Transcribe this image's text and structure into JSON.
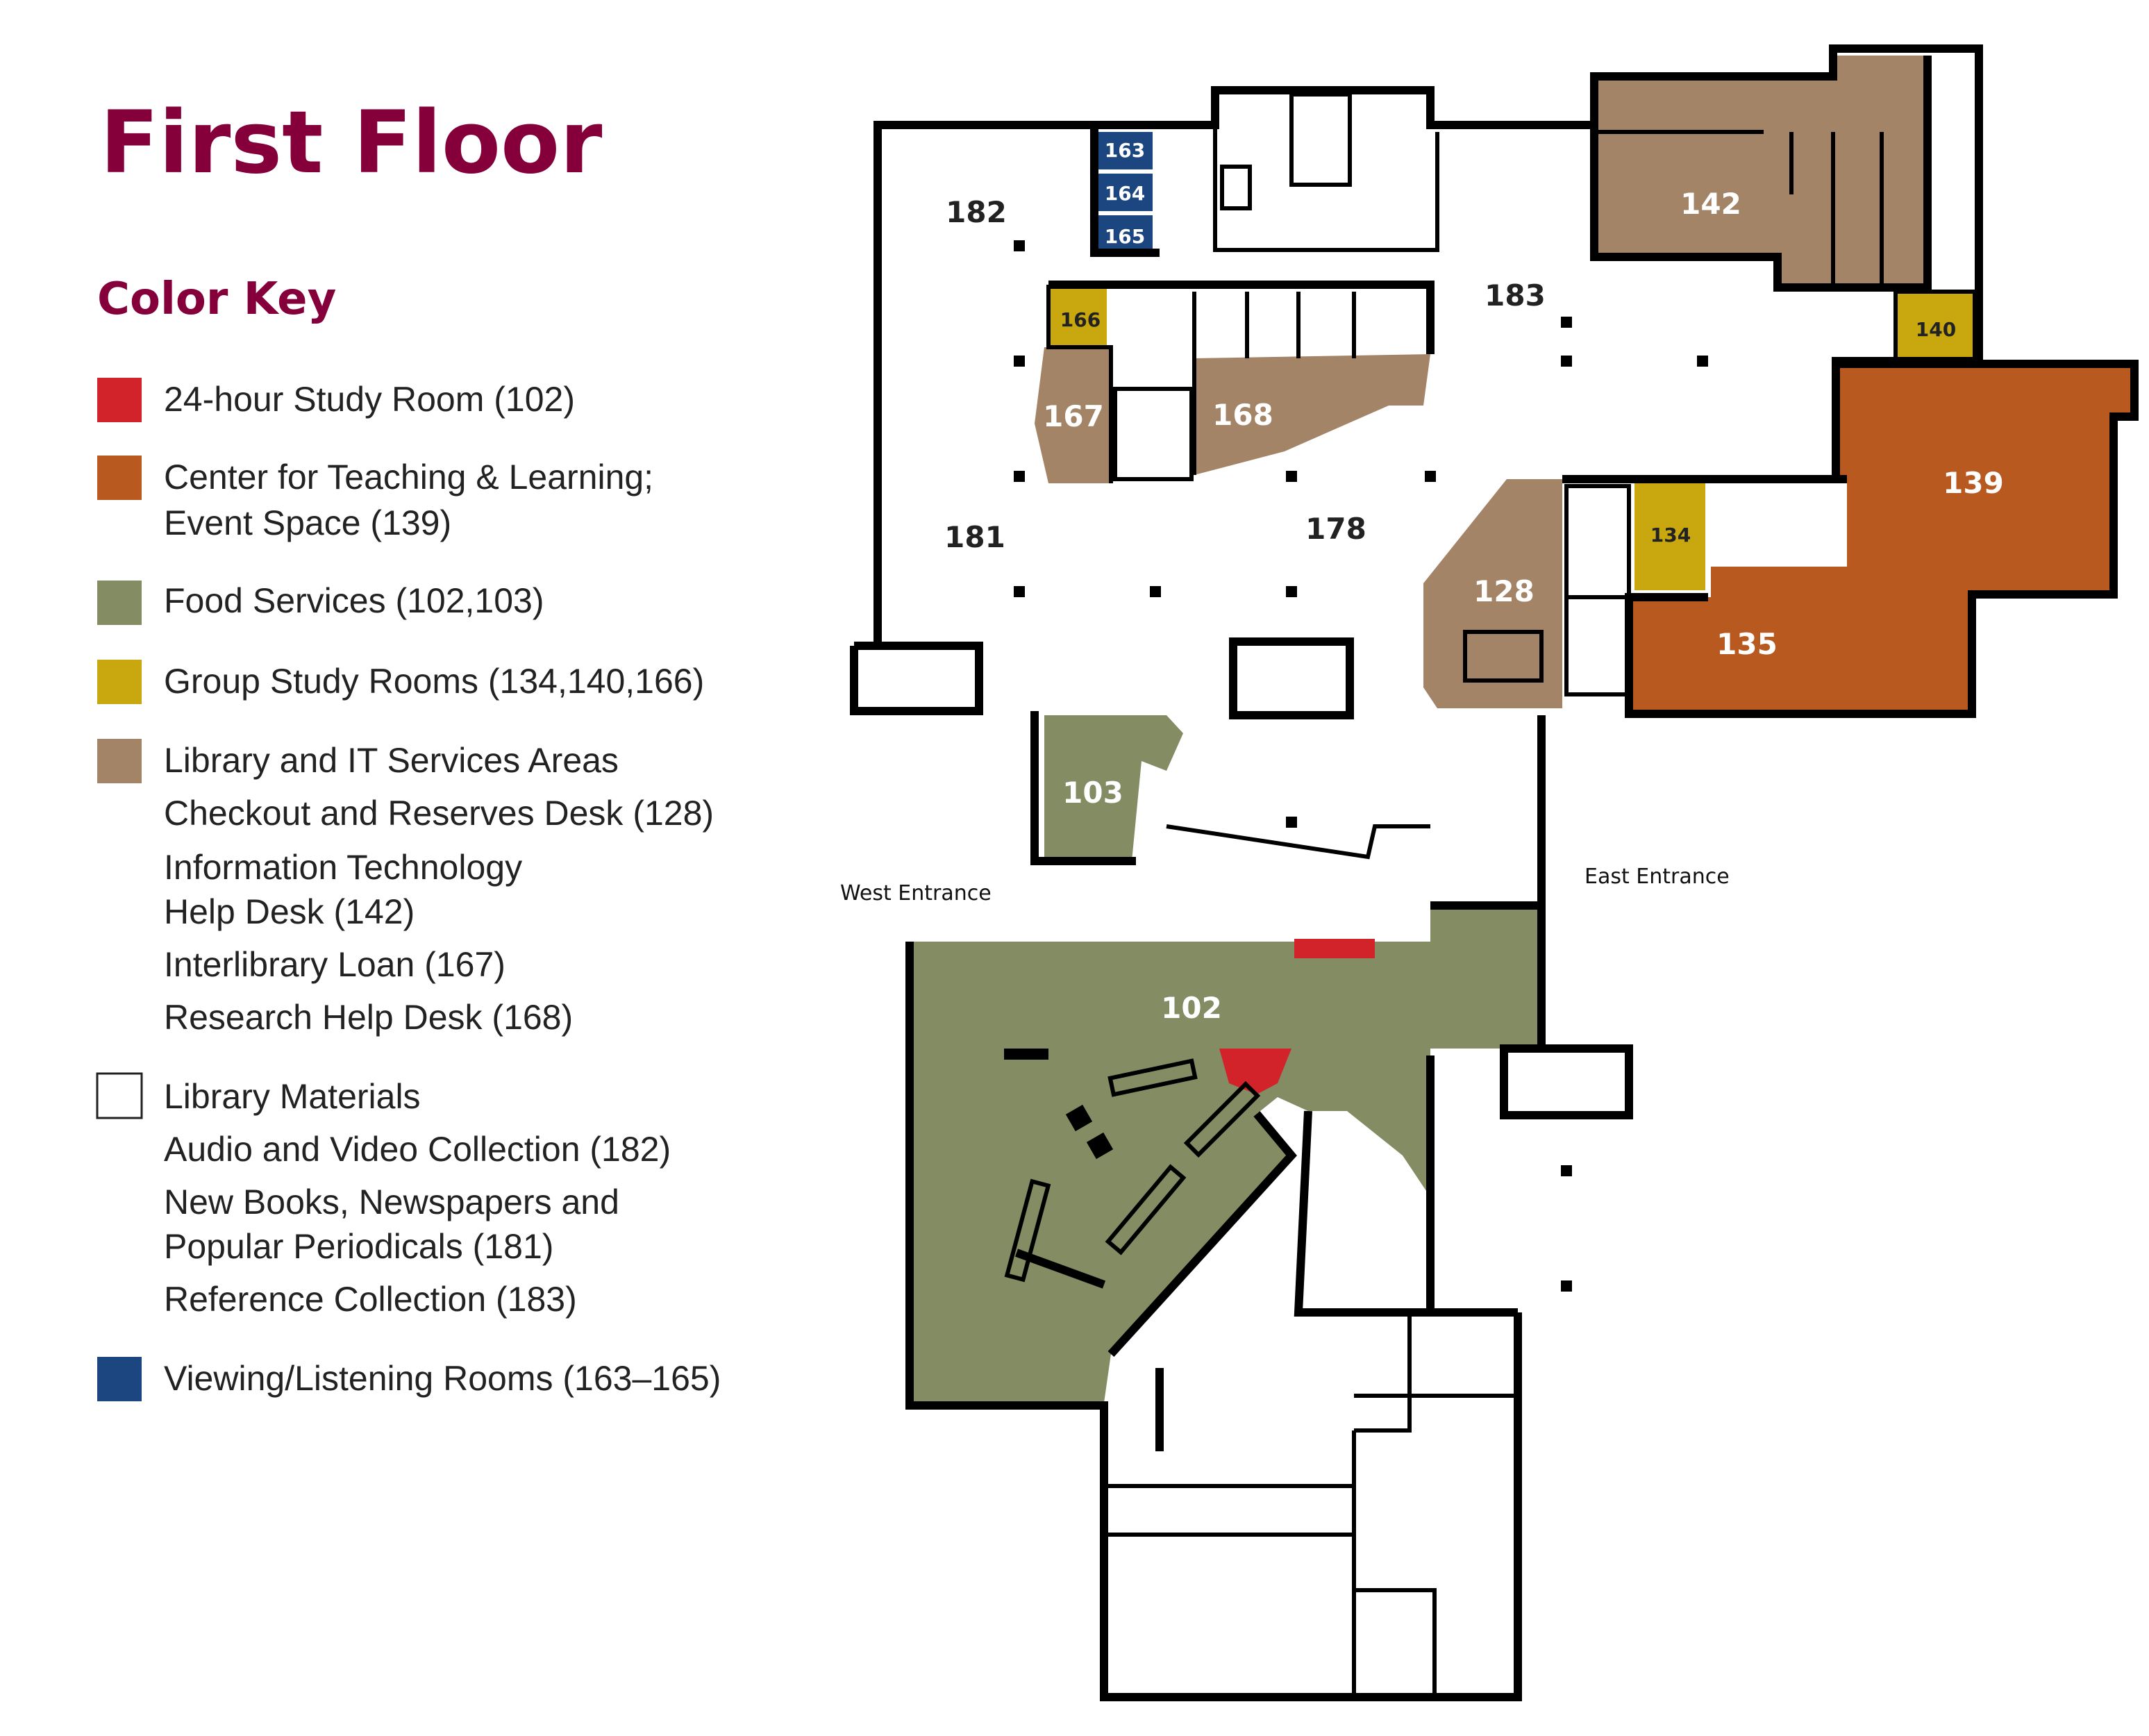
{
  "title": "First Floor",
  "legend": {
    "heading": "Color Key",
    "items": [
      {
        "color": "#d2232a",
        "lines": [
          "24-hour Study Room (102)"
        ]
      },
      {
        "color": "#b85a20",
        "lines": [
          "Center for Teaching & Learning;",
          "Event Space (139)"
        ]
      },
      {
        "color": "#848c64",
        "lines": [
          "Food Services (102,103)"
        ]
      },
      {
        "color": "#c9a80f",
        "lines": [
          "Group Study Rooms (134,140,166)"
        ]
      },
      {
        "color": "#a38467",
        "lines": [
          "Library and IT Services Areas",
          "Checkout and Reserves Desk (128)",
          "Information Technology",
          "Help Desk (142)",
          "Interlibrary Loan (167)",
          "Research Help Desk (168)"
        ]
      },
      {
        "color": "#ffffff",
        "lines": [
          "Library Materials",
          "Audio and Video Collection (182)",
          "New Books, Newspapers and",
          "Popular Periodicals (181)",
          "Reference Collection (183)"
        ]
      },
      {
        "color": "#1c4680",
        "lines": [
          "Viewing/Listening Rooms (163–165)"
        ]
      }
    ]
  },
  "rooms": {
    "r182": "182",
    "r181": "181",
    "r178": "178",
    "r183": "183",
    "r163": "163",
    "r164": "164",
    "r165": "165",
    "r166": "166",
    "r167": "167",
    "r168": "168",
    "r142": "142",
    "r140": "140",
    "r139": "139",
    "r134": "134",
    "r135": "135",
    "r128": "128",
    "r103": "103",
    "r102": "102"
  },
  "entrances": {
    "west": "West Entrance",
    "east": "East Entrance"
  }
}
